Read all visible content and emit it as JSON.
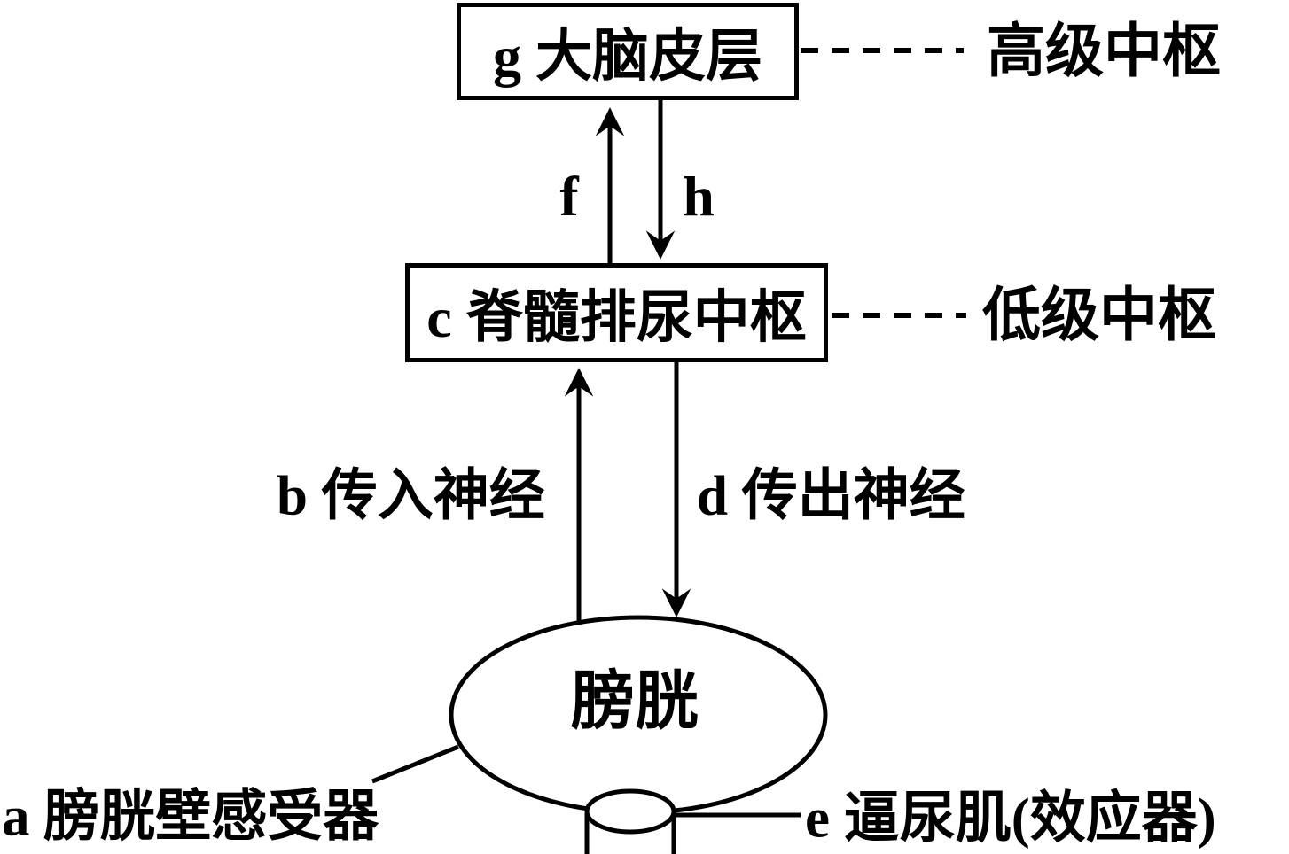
{
  "page": {
    "background_color": "#ffffff",
    "stroke_color": "#000000"
  },
  "diagram": {
    "high_center": {
      "box_label": "g 大脑皮层",
      "annotation": "高级中枢"
    },
    "low_center": {
      "box_label": "c 脊髓排尿中枢",
      "annotation": "低级中枢"
    },
    "arrows": {
      "ascending_label": "f",
      "descending_label": "h"
    },
    "nerves": {
      "afferent_label": "b 传入神经",
      "efferent_label": "d 传出神经"
    },
    "bladder": {
      "label": "膀胱"
    },
    "receptor": {
      "label": "a 膀胱壁感受器"
    },
    "effector": {
      "label": "e 逼尿肌(效应器)"
    }
  }
}
